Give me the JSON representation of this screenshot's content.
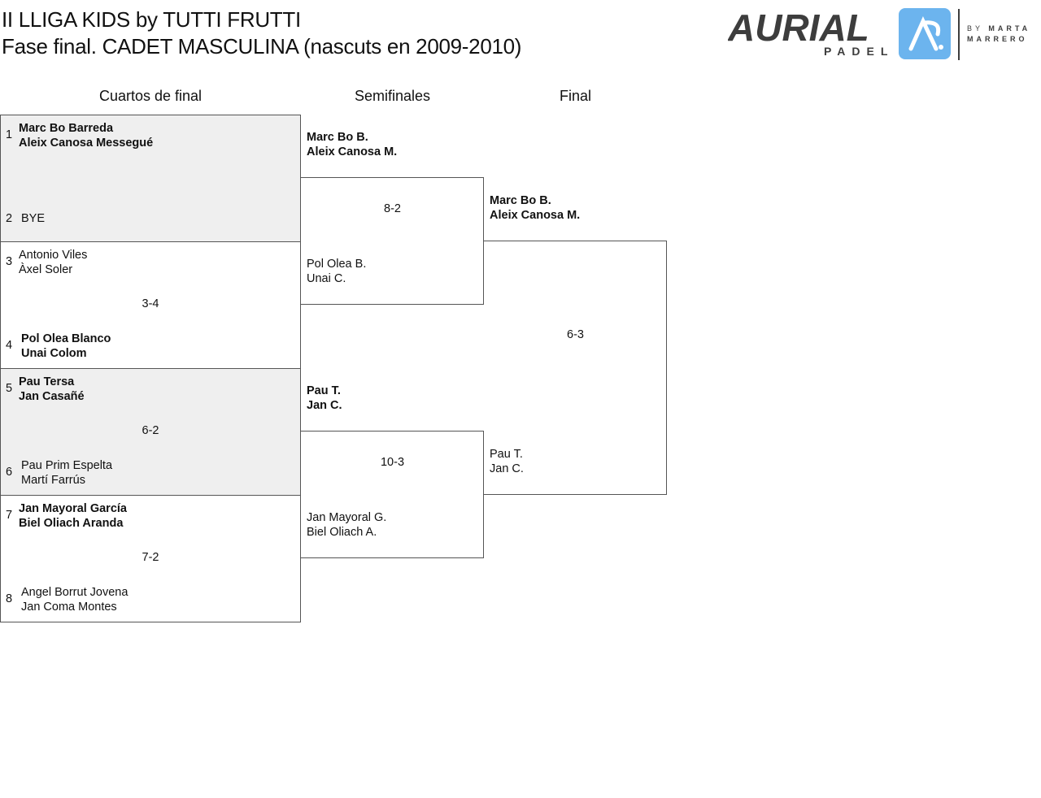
{
  "title": {
    "line1": "II LLIGA KIDS by TUTTI FRUTTI",
    "line2": "Fase final. CADET MASCULINA (nascuts en 2009-2010)"
  },
  "logo": {
    "brand": "AURIAL",
    "sub": "PADEL",
    "by": "BY MARTA MARRERO"
  },
  "rounds": {
    "qf": "Cuartos de final",
    "sf": "Semifinales",
    "f": "Final"
  },
  "qf": [
    {
      "s1": "1",
      "p1a": "Marc Bo Barreda",
      "p1b": "Aleix Canosa Messegué",
      "s2": "2",
      "p2a": "BYE",
      "p2b": "",
      "score": ""
    },
    {
      "s1": "3",
      "p1a": "Antonio Viles",
      "p1b": "Àxel Soler",
      "s2": "4",
      "p2a": "Pol Olea Blanco",
      "p2b": "Unai Colom",
      "score": "3-4"
    },
    {
      "s1": "5",
      "p1a": "Pau Tersa",
      "p1b": "Jan Casañé",
      "s2": "6",
      "p2a": "Pau Prim Espelta",
      "p2b": "Martí Farrús",
      "score": "6-2"
    },
    {
      "s1": "7",
      "p1a": "Jan Mayoral García",
      "p1b": "Biel Oliach Aranda",
      "s2": "8",
      "p2a": "Angel Borrut Jovena",
      "p2b": "Jan Coma Montes",
      "score": "7-2"
    }
  ],
  "sf": [
    {
      "p1a": "Marc Bo B.",
      "p1b": "Aleix Canosa M.",
      "p2a": "Pol Olea B.",
      "p2b": "Unai C.",
      "score": "8-2"
    },
    {
      "p1a": "Pau T.",
      "p1b": "Jan C.",
      "p2a": "Jan Mayoral G.",
      "p2b": "Biel Oliach A.",
      "score": "10-3"
    }
  ],
  "final": {
    "p1a": "Marc Bo B.",
    "p1b": "Aleix Canosa M.",
    "p2a": "Pau T.",
    "p2b": "Jan C.",
    "score": "6-3"
  },
  "colors": {
    "logo_blue": "#6cb4ee",
    "logo_gray": "#3d3d3d"
  }
}
